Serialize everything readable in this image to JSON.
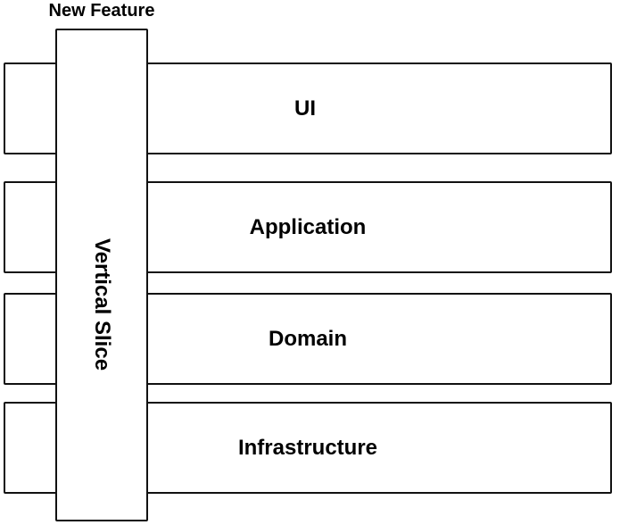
{
  "feature": {
    "title": "New Feature"
  },
  "slice": {
    "label": "Vertical Slice"
  },
  "layers": {
    "ui": "UI",
    "application": "Application",
    "domain": "Domain",
    "infrastructure": "Infrastructure"
  }
}
